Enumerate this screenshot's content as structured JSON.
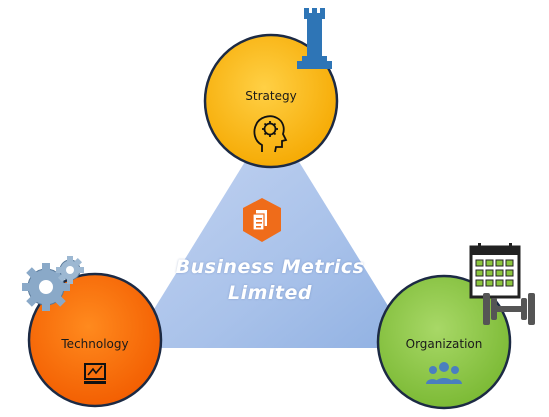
{
  "diagram": {
    "center_title_line1": "Business Metrics",
    "center_title_line2": "Limited",
    "nodes": {
      "strategy": {
        "label": "Strategy",
        "color": "#f7b500"
      },
      "technology": {
        "label": "Technology",
        "color": "#ff6d00"
      },
      "organization": {
        "label": "Organization",
        "color": "#8cc63e"
      }
    },
    "triangle_color": "#a9c2ea",
    "badge_color": "#ef6c1a",
    "icons": [
      "rook-icon",
      "head-gear-icon",
      "document-icon",
      "gears-icon",
      "monitor-chart-icon",
      "calendar-icon",
      "dumbbell-icon",
      "people-group-icon"
    ]
  }
}
